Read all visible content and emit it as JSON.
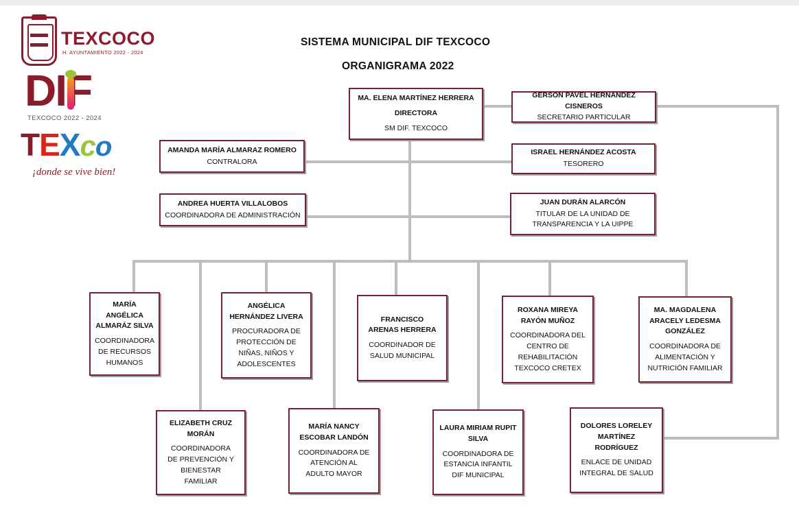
{
  "logos": {
    "municipal": {
      "name": "TEXCOCO",
      "subtitle": "H. AYUNTAMIENTO 2022 - 2024"
    },
    "dif": {
      "name": "DIF",
      "subtitle": "TEXCOCO 2022 - 2024"
    },
    "brand": {
      "letters": [
        "T",
        "E",
        "X",
        "c",
        "o"
      ],
      "slogan": "¡donde se vive bien!"
    }
  },
  "titles": {
    "line1": "SISTEMA MUNICIPAL DIF TEXCOCO",
    "line2": "ORGANIGRAMA 2022"
  },
  "colors": {
    "box_border": "#7b2030",
    "connector": "#bdbdbd",
    "brand": "#8a1c2c"
  },
  "director": {
    "name": "MA. ELENA MARTÍNEZ HERRERA",
    "role": "DIRECTORA",
    "entity": "SM DIF. TEXCOCO"
  },
  "staff": [
    {
      "name": "GERSON PAVEL HERNÁNDEZ CISNEROS",
      "role": "SECRETARIO PARTICULAR"
    },
    {
      "name": "AMANDA MARÍA ALMARAZ ROMERO",
      "role": "CONTRALORA"
    },
    {
      "name": "ISRAEL HERNÁNDEZ ACOSTA",
      "role": "TESORERO"
    },
    {
      "name": "ANDREA HUERTA VILLALOBOS",
      "role": "COORDINADORA DE ADMINISTRACIÓN"
    },
    {
      "name": "JUAN DURÁN ALARCÓN",
      "role": "TITULAR DE LA UNIDAD DE TRANSPARENCIA Y LA  UIPPE"
    }
  ],
  "upper_row": [
    {
      "name": "MARÍA ANGÉLICA ALMARÁZ SILVA",
      "role": "COORDINADORA DE RECURSOS HUMANOS"
    },
    {
      "name": "ANGÉLICA HERNÁNDEZ LIVERA",
      "role": "PROCURADORA DE PROTECCIÓN DE NIÑAS, NIÑOS Y ADOLESCENTES"
    },
    {
      "name": "FRANCISCO ARENAS HERRERA",
      "role": "COORDINADOR DE SALUD MUNICIPAL"
    },
    {
      "name": "ROXANA MIREYA RAYÓN MUÑOZ",
      "role": "COORDINADORA DEL CENTRO DE REHABILITACIÓN TEXCOCO CRETEX"
    },
    {
      "name": "MA. MAGDALENA ARACELY LEDESMA GONZÁLEZ",
      "role": "COORDINADORA DE ALIMENTACIÓN Y NUTRICIÓN FAMILIAR"
    }
  ],
  "lower_row": [
    {
      "name": "ELIZABETH CRUZ MORÁN",
      "role": "COORDINADORA DE PREVENCIÓN Y BIENESTAR FAMILIAR"
    },
    {
      "name": "MARÍA NANCY ESCOBAR LANDÓN",
      "role": "COORDINADORA DE ATENCIÓN AL ADULTO MAYOR"
    },
    {
      "name": "LAURA MIRIAM RUPIT SILVA",
      "role": "COORDINADORA DE ESTANCIA INFANTIL DIF MUNICIPAL"
    },
    {
      "name": "DOLORES LORELEY MARTÍNEZ RODRÍGUEZ",
      "role": "ENLACE DE UNIDAD INTEGRAL DE SALUD"
    }
  ]
}
